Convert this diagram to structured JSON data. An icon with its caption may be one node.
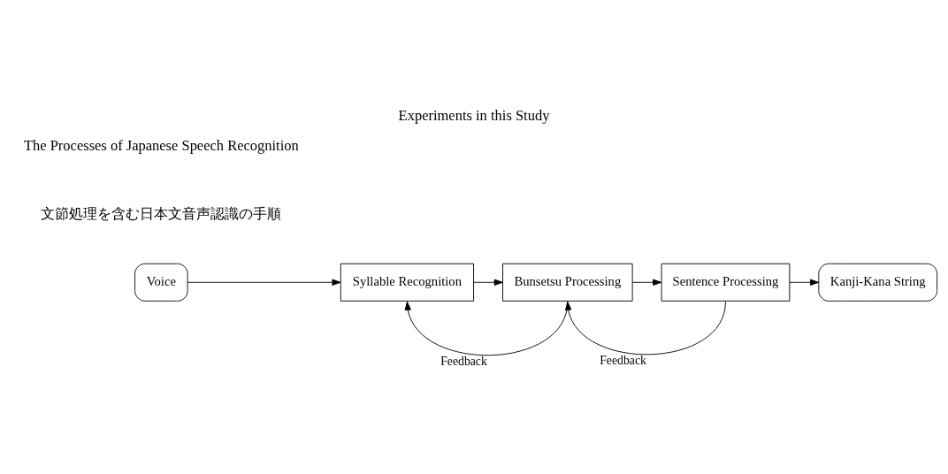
{
  "diagram": {
    "title": "Experiments in this Study",
    "nodes": [
      {
        "text": [
          "Voice"
        ]
      },
      {
        "text": [
          "Syllable Recognition"
        ]
      },
      {
        "text": [
          "Bunsetsu Processing"
        ]
      },
      {
        "text": [
          "Sentence Processing"
        ]
      },
      {
        "text": [
          "Kanji-Kana String"
        ]
      }
    ],
    "edges": [
      {
        "from": 0,
        "to": 1,
        "arrow": "to"
      },
      {
        "from": 1,
        "to": 2,
        "arrow": "to"
      },
      {
        "from": 2,
        "to": 3,
        "arrow": "to"
      },
      {
        "from": 3,
        "to": 4,
        "arrow": "to"
      },
      {
        "from": 2,
        "to": 1,
        "arrow": "to",
        "label": "Feedback"
      },
      {
        "from": 3,
        "to": 2,
        "arrow": "to",
        "label": "Feedback"
      }
    ],
    "labels": [
      "文節処理を含む日本文音声認識の手順",
      "The Processes of Japanese Speech Recognition"
    ]
  }
}
